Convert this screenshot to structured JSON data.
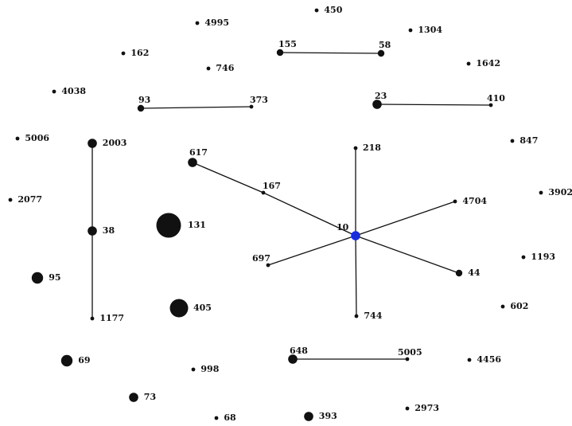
{
  "colors": {
    "node": "#111111",
    "center": "#1a2fd6",
    "edge": "#111111"
  },
  "nodes": [
    {
      "id": "450",
      "label": "450",
      "size": "xs"
    },
    {
      "id": "4995",
      "label": "4995",
      "size": "xs"
    },
    {
      "id": "1304",
      "label": "1304",
      "size": "xs"
    },
    {
      "id": "155",
      "label": "155",
      "size": "s"
    },
    {
      "id": "58",
      "label": "58",
      "size": "s"
    },
    {
      "id": "162",
      "label": "162",
      "size": "xs"
    },
    {
      "id": "746",
      "label": "746",
      "size": "xs"
    },
    {
      "id": "1642",
      "label": "1642",
      "size": "xs"
    },
    {
      "id": "4038",
      "label": "4038",
      "size": "xs"
    },
    {
      "id": "93",
      "label": "93",
      "size": "s"
    },
    {
      "id": "373",
      "label": "373",
      "size": "xs"
    },
    {
      "id": "23",
      "label": "23",
      "size": "m"
    },
    {
      "id": "410",
      "label": "410",
      "size": "xs"
    },
    {
      "id": "5006",
      "label": "5006",
      "size": "xs"
    },
    {
      "id": "2003",
      "label": "2003",
      "size": "m"
    },
    {
      "id": "617",
      "label": "617",
      "size": "m"
    },
    {
      "id": "218",
      "label": "218",
      "size": "xs"
    },
    {
      "id": "847",
      "label": "847",
      "size": "xs"
    },
    {
      "id": "167",
      "label": "167",
      "size": "xs"
    },
    {
      "id": "2077",
      "label": "2077",
      "size": "xs"
    },
    {
      "id": "3902",
      "label": "3902",
      "size": "xs"
    },
    {
      "id": "4704",
      "label": "4704",
      "size": "xs"
    },
    {
      "id": "131",
      "label": "131",
      "size": "xl"
    },
    {
      "id": "38",
      "label": "38",
      "size": "m"
    },
    {
      "id": "10",
      "label": "10",
      "size": "center"
    },
    {
      "id": "697",
      "label": "697",
      "size": "xs"
    },
    {
      "id": "1193",
      "label": "1193",
      "size": "xs"
    },
    {
      "id": "95",
      "label": "95",
      "size": "l"
    },
    {
      "id": "44",
      "label": "44",
      "size": "s"
    },
    {
      "id": "405",
      "label": "405",
      "size": "lg"
    },
    {
      "id": "602",
      "label": "602",
      "size": "xs"
    },
    {
      "id": "1177",
      "label": "1177",
      "size": "xs"
    },
    {
      "id": "744",
      "label": "744",
      "size": "xs"
    },
    {
      "id": "648",
      "label": "648",
      "size": "m"
    },
    {
      "id": "5005",
      "label": "5005",
      "size": "xs"
    },
    {
      "id": "69",
      "label": "69",
      "size": "l"
    },
    {
      "id": "998",
      "label": "998",
      "size": "xs"
    },
    {
      "id": "4456",
      "label": "4456",
      "size": "xs"
    },
    {
      "id": "73",
      "label": "73",
      "size": "m"
    },
    {
      "id": "393",
      "label": "393",
      "size": "m"
    },
    {
      "id": "2973",
      "label": "2973",
      "size": "xs"
    },
    {
      "id": "68",
      "label": "68",
      "size": "xs"
    }
  ],
  "edges": [
    [
      "155",
      "58"
    ],
    [
      "93",
      "373"
    ],
    [
      "23",
      "410"
    ],
    [
      "2003",
      "38"
    ],
    [
      "38",
      "1177"
    ],
    [
      "617",
      "167"
    ],
    [
      "167",
      "10"
    ],
    [
      "218",
      "10"
    ],
    [
      "4704",
      "10"
    ],
    [
      "697",
      "10"
    ],
    [
      "44",
      "10"
    ],
    [
      "744",
      "10"
    ],
    [
      "648",
      "5005"
    ]
  ]
}
